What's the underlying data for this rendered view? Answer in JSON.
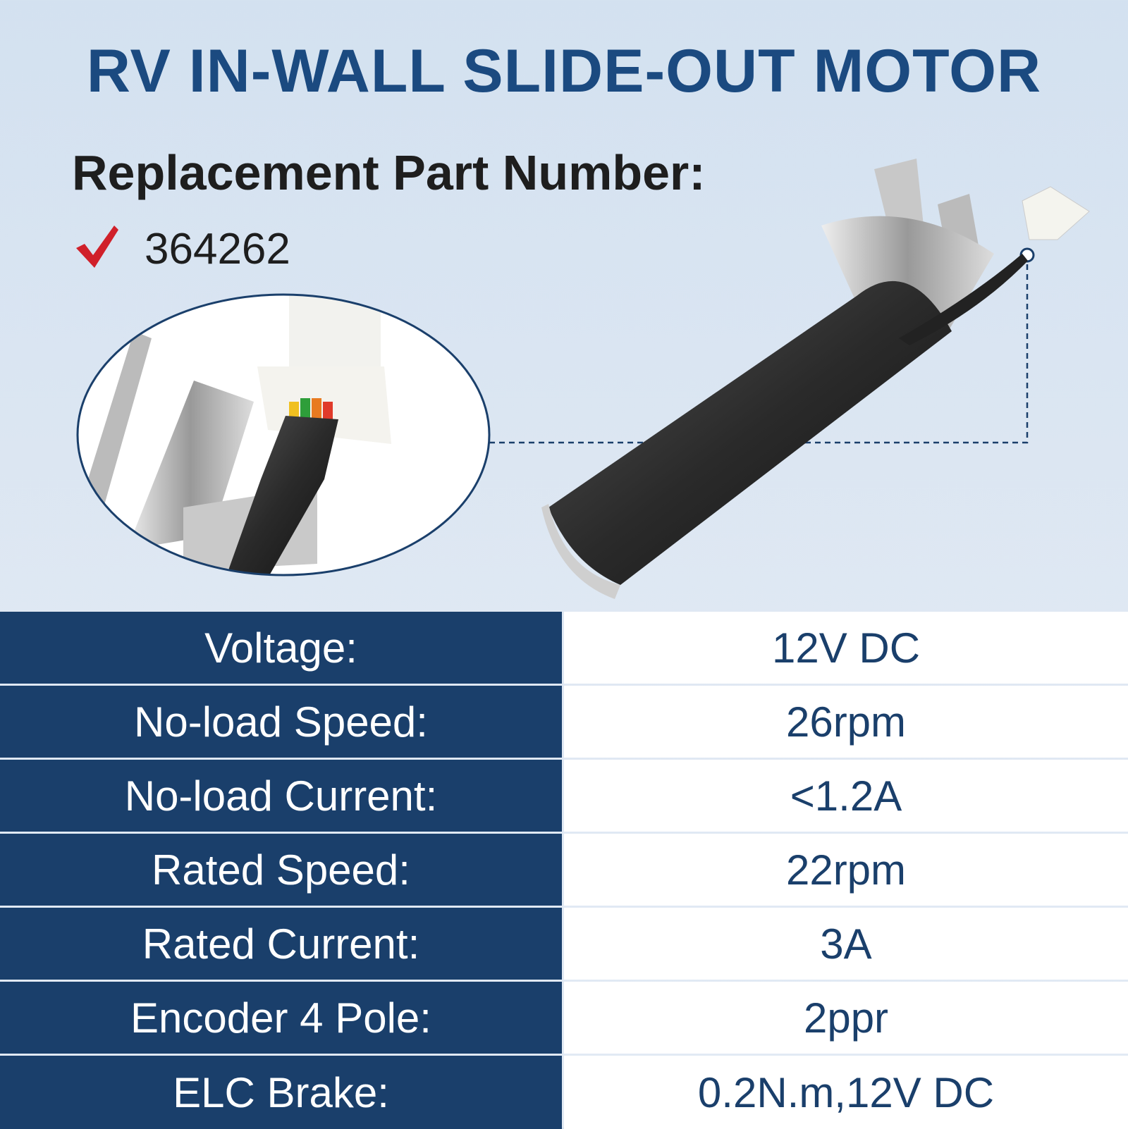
{
  "title": "RV IN-WALL SLIDE-OUT MOTOR",
  "replacement": {
    "heading": "Replacement Part Number:",
    "part_number": "364262"
  },
  "colors": {
    "navy": "#1a3f6b",
    "title": "#1b4a80",
    "check": "#d0202a"
  },
  "specs": [
    {
      "label": "Voltage:",
      "value": "12V DC"
    },
    {
      "label": "No-load Speed:",
      "value": "26rpm"
    },
    {
      "label": "No-load Current:",
      "value": "<1.2A"
    },
    {
      "label": "Rated Speed:",
      "value": "22rpm"
    },
    {
      "label": "Rated Current:",
      "value": "3A"
    },
    {
      "label": "Encoder 4 Pole:",
      "value": "2ppr"
    },
    {
      "label": "ELC Brake:",
      "value": "0.2N.m,12V DC"
    }
  ]
}
